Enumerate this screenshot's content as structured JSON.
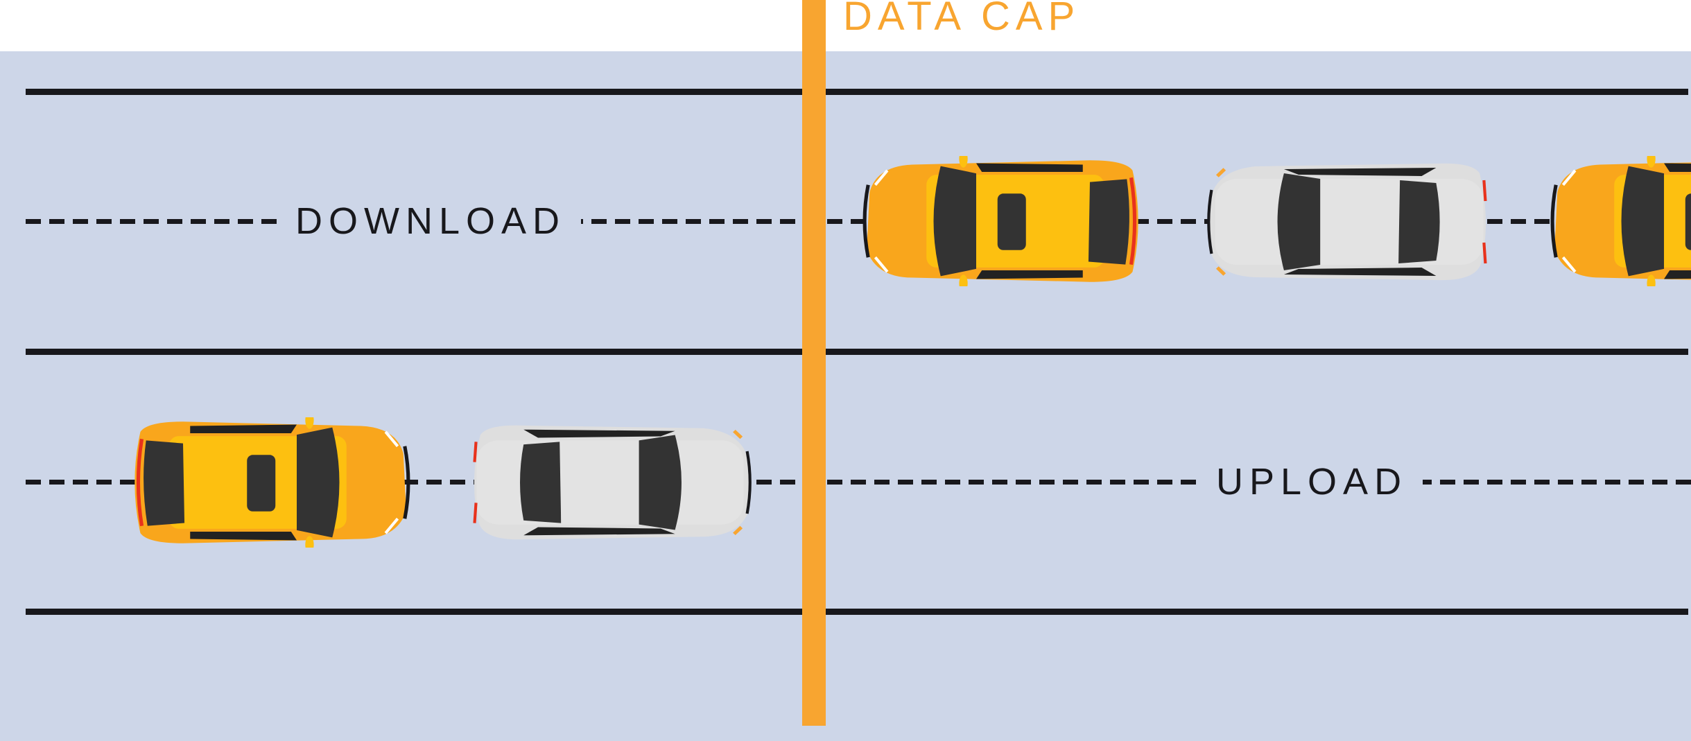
{
  "title": "DATA CAP",
  "lanes": {
    "download_label": "DOWNLOAD",
    "upload_label": "UPLOAD"
  },
  "colors": {
    "road": "#cdd6e8",
    "cap": "#f8a530",
    "line": "#18181c",
    "yellow_car": "#f9a61c",
    "white_car": "#dedede"
  }
}
